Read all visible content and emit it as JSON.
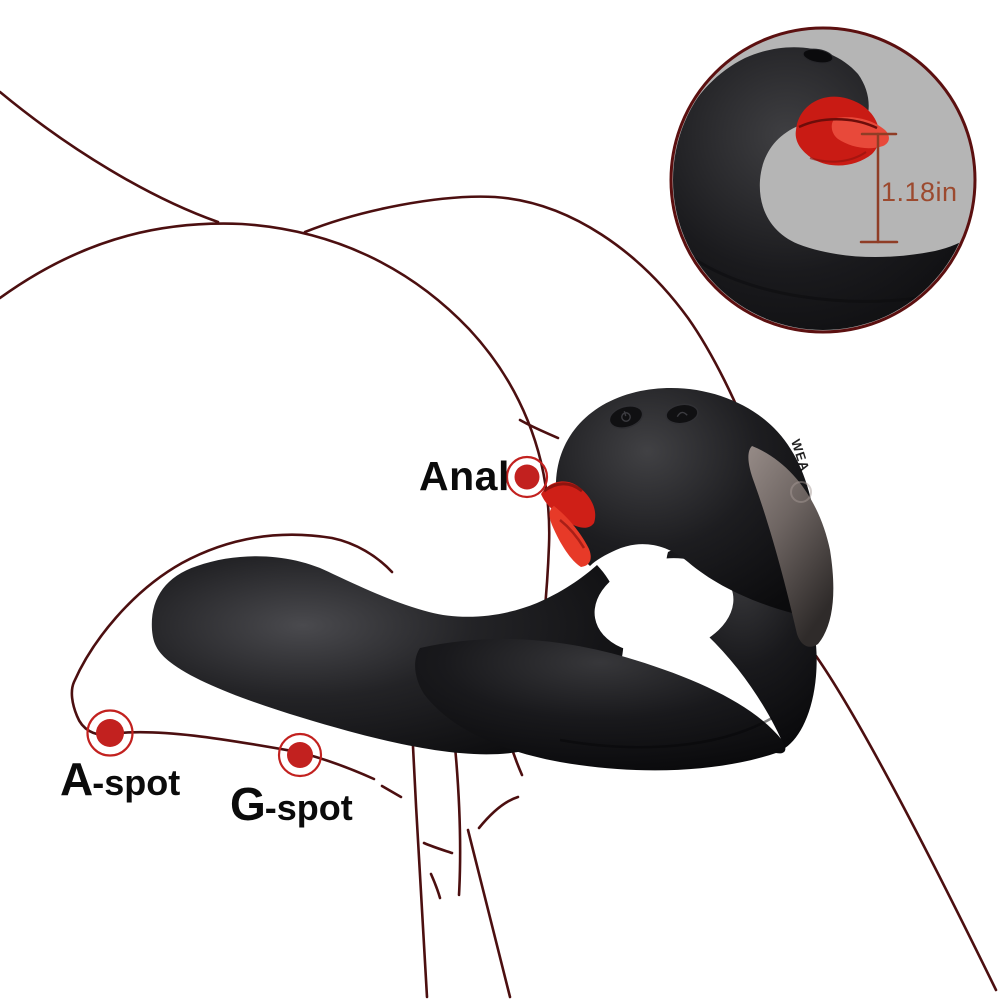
{
  "annotations": {
    "anal": {
      "label": "Anal"
    },
    "a_spot": {
      "initial": "A",
      "rest": "-spot"
    },
    "g_spot": {
      "initial": "G",
      "rest": "-spot"
    },
    "dot_color": "#c2211f",
    "label_color": "#0b0b0b",
    "sketch_line_color": "#4c0f10"
  },
  "inset": {
    "measurement": "1.18in",
    "background_color": "#b5b5b5",
    "border_color": "#5c1010",
    "measure_color": "#9c4a2f"
  },
  "device": {
    "embossed_text": "WEA",
    "body_color": "#1a1a1d",
    "tongue_color": "#e02a1e",
    "panel_color": "#6e6562"
  }
}
